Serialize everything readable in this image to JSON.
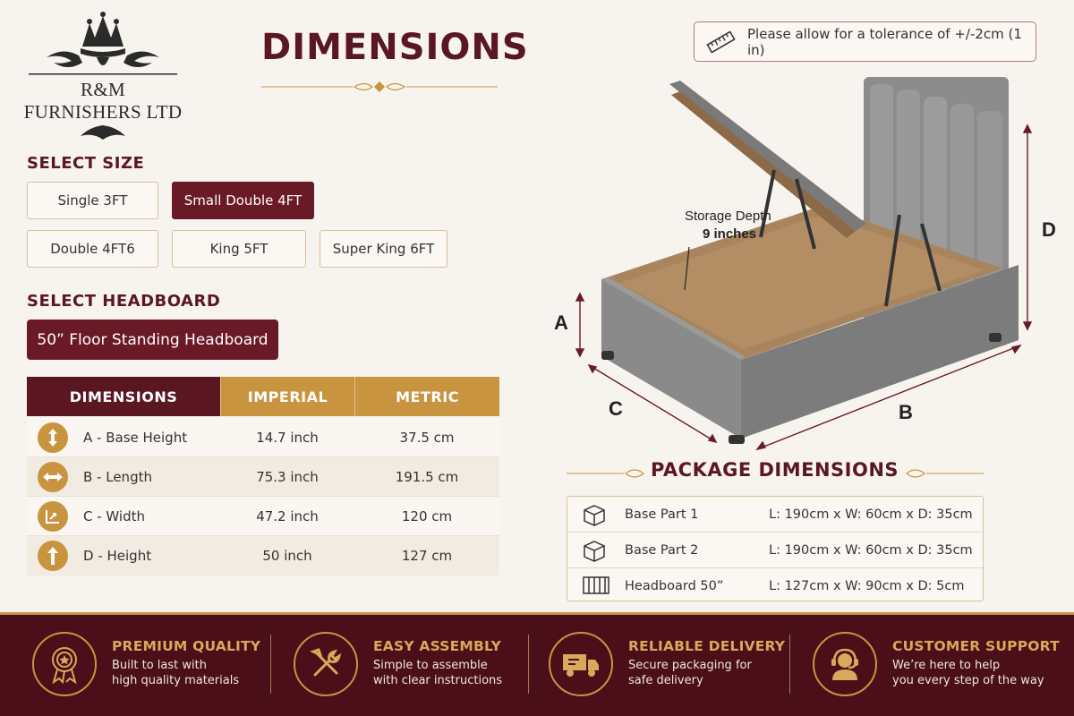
{
  "brand": {
    "name": "R&M FURNISHERS LTD"
  },
  "title": "DIMENSIONS",
  "tolerance": "Please allow for a tolerance of +/-2cm (1 in)",
  "select_size": {
    "label": "SELECT SIZE",
    "options": [
      "Single 3FT",
      "Small Double 4FT",
      "Double 4FT6",
      "King 5FT",
      "Super King 6FT"
    ],
    "selected": "Small Double 4FT"
  },
  "select_headboard": {
    "label": "SELECT HEADBOARD",
    "selected": "50” Floor Standing Headboard"
  },
  "dimensions_table": {
    "headers": [
      "DIMENSIONS",
      "IMPERIAL",
      "METRIC"
    ],
    "rows": [
      {
        "label": "A - Base Height",
        "imperial": "14.7 inch",
        "metric": "37.5 cm",
        "icon": "vertical-arrows-icon"
      },
      {
        "label": "B - Length",
        "imperial": "75.3 inch",
        "metric": "191.5 cm",
        "icon": "horizontal-arrows-icon"
      },
      {
        "label": "C - Width",
        "imperial": "47.2 inch",
        "metric": "120 cm",
        "icon": "width-icon"
      },
      {
        "label": "D - Height",
        "imperial": "50 inch",
        "metric": "127 cm",
        "icon": "up-arrow-icon"
      }
    ]
  },
  "diagram": {
    "storage_depth_label": "Storage Depth",
    "storage_depth_value": "9 inches",
    "labels": {
      "a": "A",
      "b": "B",
      "c": "C",
      "d": "D"
    }
  },
  "package": {
    "title": "PACKAGE DIMENSIONS",
    "rows": [
      {
        "name": "Base Part 1",
        "dims": "L: 190cm x W: 60cm x D: 35cm",
        "icon": "box-icon"
      },
      {
        "name": "Base Part 2",
        "dims": "L: 190cm x W: 60cm x D: 35cm",
        "icon": "box-icon"
      },
      {
        "name": "Headboard 50”",
        "dims": "L: 127cm x W: 90cm x D: 5cm",
        "icon": "headboard-icon"
      }
    ]
  },
  "features": [
    {
      "title": "PREMIUM QUALITY",
      "line1": "Built to last with",
      "line2": "high quality materials",
      "icon": "quality-badge-icon"
    },
    {
      "title": "EASY ASSEMBLY",
      "line1": "Simple to assemble",
      "line2": "with clear instructions",
      "icon": "tools-icon"
    },
    {
      "title": "RELIABLE DELIVERY",
      "line1": "Secure packaging for",
      "line2": "safe delivery",
      "icon": "truck-icon"
    },
    {
      "title": "CUSTOMER SUPPORT",
      "line1": "We’re here to help",
      "line2": "you every step of the way",
      "icon": "headset-icon"
    }
  ],
  "colors": {
    "burgundy": "#6a1a27",
    "gold": "#c8943f",
    "cream": "#f7f3ee",
    "footer": "#4a0f18"
  }
}
